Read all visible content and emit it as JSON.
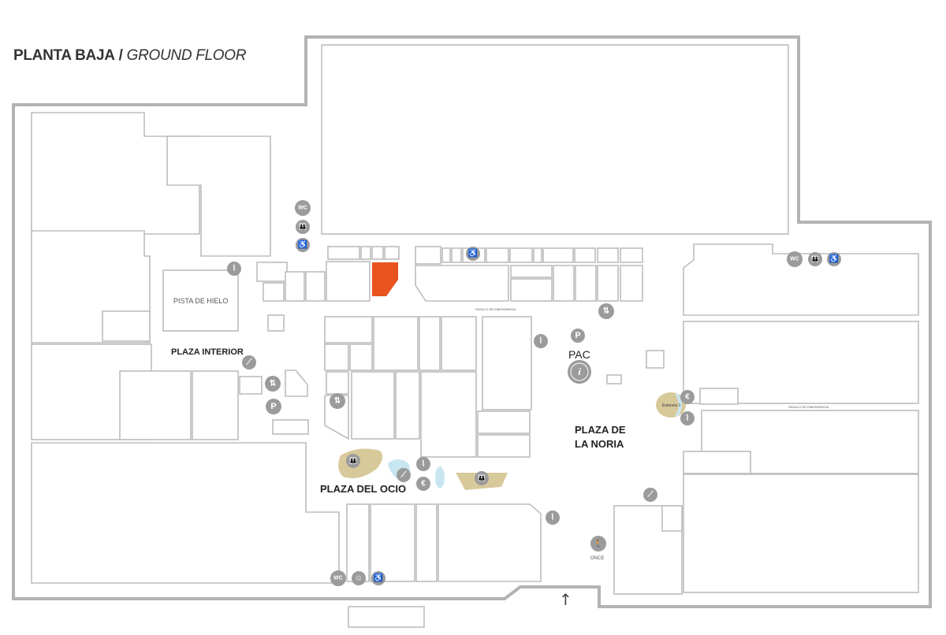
{
  "title": {
    "primary": "PLANTA BAJA",
    "separator": "/",
    "secondary": "GROUND FLOOR"
  },
  "areas": {
    "pista_hielo": "PISTA DE HIELO",
    "plaza_interior": "PLAZA INTERIOR",
    "plaza_ocio": "PLAZA DEL OCIO",
    "plaza_noria_1": "PLAZA DE",
    "plaza_noria_2": "LA NORIA",
    "pac": "PAC",
    "once": "ONCE",
    "pasillo": "PASILLO DE EMERGENCIA",
    "estancia": "Estancia 1"
  },
  "icons": {
    "wc": "WC",
    "parking": "P",
    "euro": "€",
    "info": "i",
    "family": "👪",
    "accessible": "♿",
    "escalator": "⟋",
    "stairs": "⌇",
    "elevator": "⇅",
    "baby": "☺",
    "walker": "🚶",
    "entrance_arrow": "↑"
  },
  "colors": {
    "highlight_shop": "#e8531e",
    "rest_area": "#d8c99b",
    "water": "#c8e6f2",
    "icon": "#9b9b9b"
  }
}
